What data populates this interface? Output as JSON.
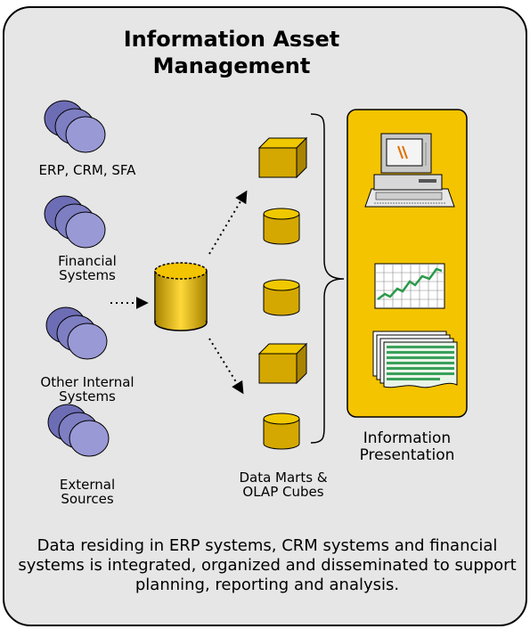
{
  "title_line1": "Information Asset",
  "title_line2": "Management",
  "sources": [
    {
      "lines": [
        "ERP, CRM, SFA"
      ]
    },
    {
      "lines": [
        "Financial",
        "Systems"
      ]
    },
    {
      "lines": [
        "Other Internal",
        "Systems"
      ]
    },
    {
      "lines": [
        "External",
        "Sources"
      ]
    }
  ],
  "marts_label": [
    "Data Marts &",
    "OLAP Cubes"
  ],
  "presentation_label": [
    "Information",
    "Presentation"
  ],
  "footer": "Data residing in ERP systems, CRM systems and financial systems is integrated, organized and disseminated to support planning, reporting and analysis.",
  "colors": {
    "panel_bg": "#e6e6e6",
    "gold": "#e0b400",
    "gold_dark": "#a88400",
    "presentation_bg": "#f5c400",
    "disk": "#8f8fcf",
    "disk_dark": "#3a3a7a"
  },
  "icons": [
    "disk-stack-icon",
    "warehouse-cylinder-icon",
    "cube-icon",
    "cylinder-icon",
    "computer-icon",
    "chart-icon",
    "report-icon",
    "brace-icon",
    "arrow-icon"
  ]
}
